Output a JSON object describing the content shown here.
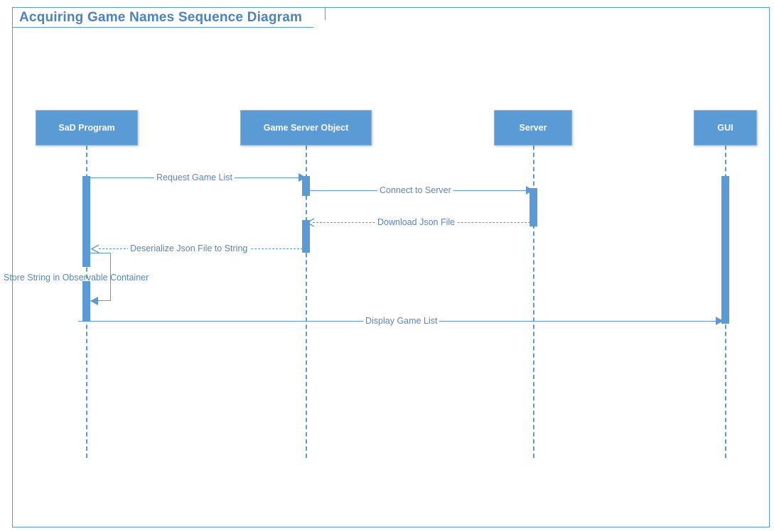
{
  "diagram": {
    "title": "Acquiring Game Names Sequence Diagram",
    "type": "sequence-diagram",
    "accent_color": "#5b9bd5",
    "frame_border_color": "#5b9bd5",
    "label_text_color": "#5b87b8",
    "head_text_color": "#ffffff"
  },
  "participants": [
    {
      "id": "sad",
      "label": "SaD Program"
    },
    {
      "id": "gso",
      "label": "Game Server Object"
    },
    {
      "id": "server",
      "label": "Server"
    },
    {
      "id": "gui",
      "label": "GUI"
    }
  ],
  "messages": [
    {
      "id": "m1",
      "label": "Request Game List",
      "from": "sad",
      "to": "gso",
      "style": "solid",
      "arrow": "filled",
      "direction": "right"
    },
    {
      "id": "m2",
      "label": "Connect to Server",
      "from": "gso",
      "to": "server",
      "style": "solid",
      "arrow": "filled",
      "direction": "right"
    },
    {
      "id": "m3",
      "label": "Download Json File",
      "from": "server",
      "to": "gso",
      "style": "dashed",
      "arrow": "open",
      "direction": "left"
    },
    {
      "id": "m4",
      "label": "Deserialize Json File to String",
      "from": "gso",
      "to": "sad",
      "style": "dashed",
      "arrow": "open",
      "direction": "left"
    },
    {
      "id": "m5",
      "label": "Store String in Observable Container",
      "from": "sad",
      "to": "sad",
      "style": "solid",
      "arrow": "filled",
      "direction": "self"
    },
    {
      "id": "m6",
      "label": "Display Game List",
      "from": "sad",
      "to": "gui",
      "style": "solid",
      "arrow": "filled",
      "direction": "right"
    }
  ]
}
